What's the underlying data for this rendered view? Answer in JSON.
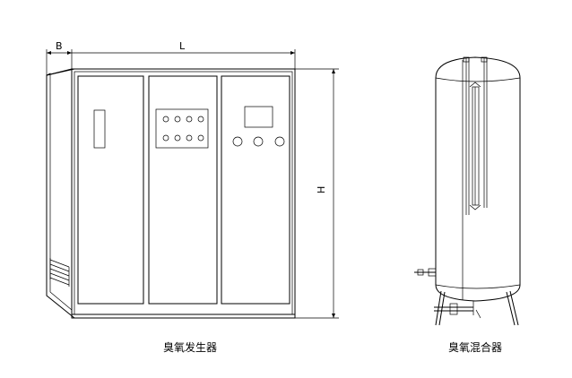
{
  "dimensions": {
    "depth_label": "B",
    "length_label": "L",
    "height_label": "H"
  },
  "captions": {
    "generator": "臭氧发生器",
    "mixer": "臭氧混合器"
  }
}
